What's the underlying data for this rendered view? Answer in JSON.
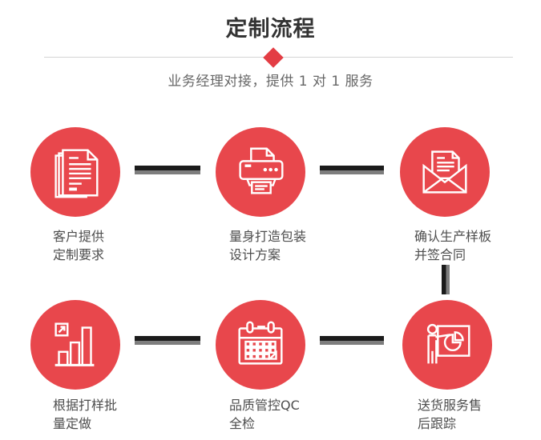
{
  "header": {
    "title": "定制流程",
    "subtitle": "业务经理对接，提供 1 对 1 服务"
  },
  "steps": [
    {
      "icon": "documents-icon",
      "label_line1": "客户提供",
      "label_line2": "定制要求"
    },
    {
      "icon": "printer-icon",
      "label_line1": "量身打造包装",
      "label_line2": "设计方案"
    },
    {
      "icon": "envelope-icon",
      "label_line1": "确认生产样板",
      "label_line2": "并签合同"
    },
    {
      "icon": "bar-chart-icon",
      "label_line1": "根据打样批",
      "label_line2": "量定做"
    },
    {
      "icon": "calendar-icon",
      "label_line1": "品质管控QC",
      "label_line2": "全检"
    },
    {
      "icon": "presentation-icon",
      "label_line1": "送货服务售",
      "label_line2": "后跟踪"
    }
  ],
  "colors": {
    "accent_red": "#e8474c",
    "diamond_red": "#e33d44",
    "connector_dark": "#1b1b1b",
    "connector_gray": "#7e7e7e",
    "title_color": "#333333",
    "subtitle_color": "#666666",
    "label_color": "#4d4d4d",
    "divider_color": "#d4d4d4"
  }
}
